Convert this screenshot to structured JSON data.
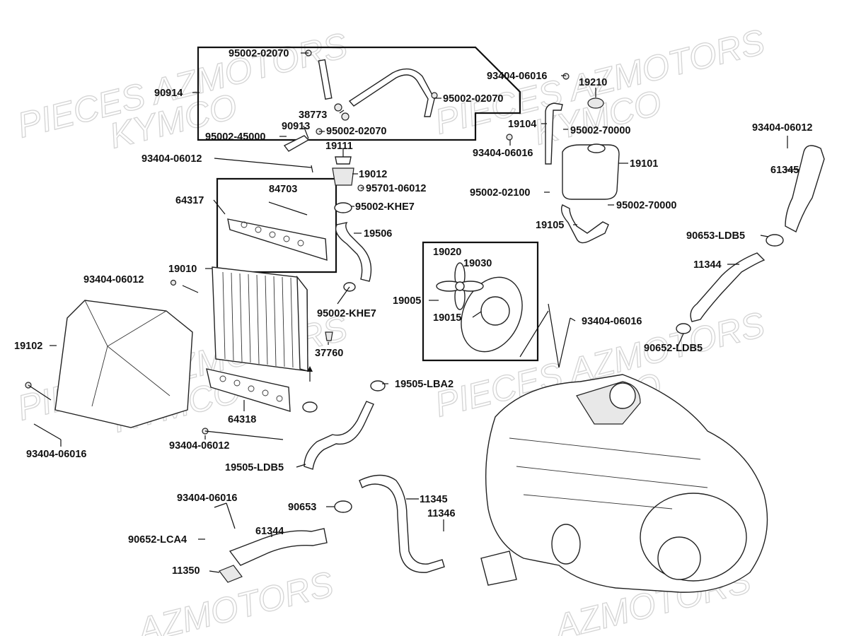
{
  "diagram": {
    "watermarks": [
      "PIECES AZMOTORS",
      "KYMCO",
      "PIECES AZMOTORS",
      "KYMCO",
      "PIECES AZMOTORS",
      "KYMCO",
      "PIECES AZMOTORS",
      "KYMCO",
      "AZMOTORS",
      "AZMOTORS"
    ],
    "labels": [
      "95002-02070",
      "90914",
      "95002-02070",
      "38773",
      "90913",
      "95002-45000",
      "95002-02070",
      "93404-06016",
      "19210",
      "19104",
      "95002-70000",
      "93404-06016",
      "93404-06012",
      "61345",
      "19111",
      "93404-06012",
      "19012",
      "95701-06012",
      "19101",
      "95002-02100",
      "95002-70000",
      "84703",
      "64317",
      "95002-KHE7",
      "19506",
      "19105",
      "90653-LDB5",
      "11344",
      "19020",
      "19030",
      "19010",
      "93404-06012",
      "19005",
      "95002-KHE7",
      "19015",
      "93404-06016",
      "90652-LDB5",
      "19102",
      "37760",
      "19505-LBA2",
      "64318",
      "93404-06016",
      "93404-06012",
      "19505-LDB5",
      "93404-06016",
      "11345",
      "90653",
      "11346",
      "61344",
      "90652-LCA4",
      "11350"
    ]
  }
}
